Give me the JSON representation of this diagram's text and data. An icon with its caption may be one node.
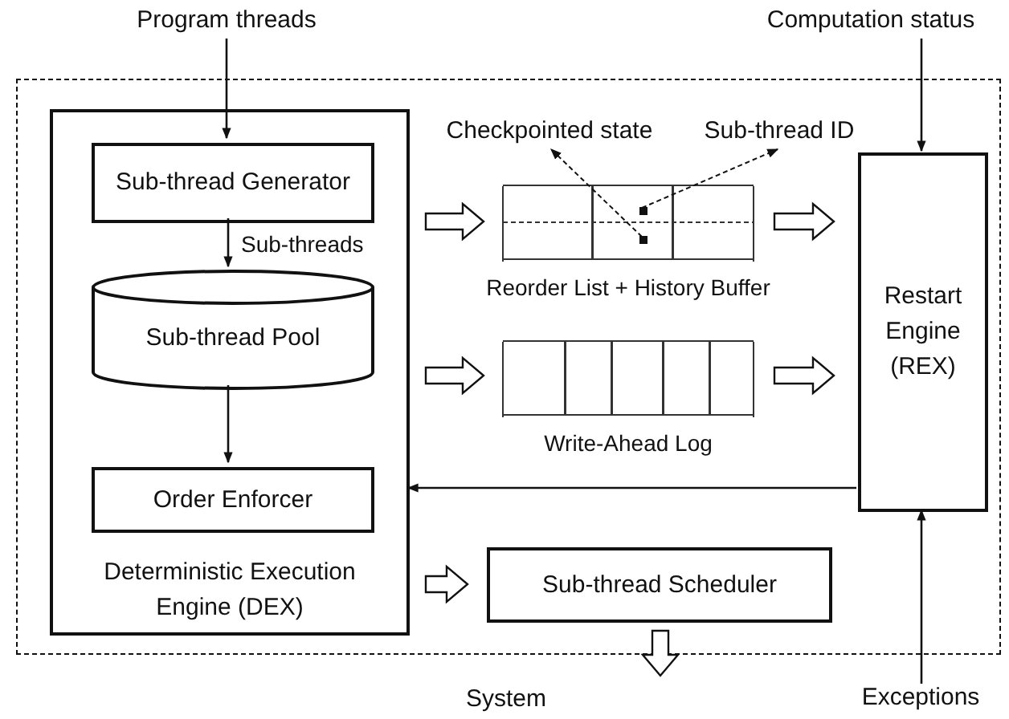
{
  "diagram": {
    "nodes": [
      {
        "text": [
          "Program threads"
        ]
      },
      {
        "text": [
          "Computation status"
        ]
      },
      {
        "text": [],
        "shape": "box"
      },
      {
        "text": [
          "Deterministic Execution Engine (DEX)"
        ],
        "in": 2
      },
      {
        "text": [
          "Sub-thread Generator"
        ],
        "in": 3
      },
      {
        "text": [
          "Sub-thread Pool"
        ],
        "in": 3
      },
      {
        "text": [
          "Order Enforcer"
        ],
        "in": 3
      },
      {
        "text": [
          "Checkpointed state"
        ],
        "in": 2
      },
      {
        "text": [
          "Sub-thread ID"
        ],
        "in": 2
      },
      {
        "text": [
          "Reorder List + History Buffer"
        ],
        "in": 2
      },
      {
        "text": [],
        "shape": "circle",
        "in": 9
      },
      {
        "text": [],
        "shape": "circle",
        "in": 9
      },
      {
        "text": [
          "Restart Engine (REX)"
        ],
        "in": 2
      },
      {
        "text": [
          "Write-Ahead Log"
        ],
        "in": 2
      },
      {
        "text": [
          "Sub-thread Scheduler"
        ],
        "in": 2
      },
      {
        "text": [
          "Exceptions"
        ]
      }
    ],
    "edges": [
      {
        "from": 0,
        "to": 4,
        "arrow": "to"
      },
      {
        "from": 1,
        "to": 12,
        "arrow": "to"
      },
      {
        "from": 4,
        "to": 5,
        "arrow": "to",
        "label": "Sub-threads"
      },
      {
        "from": 5,
        "to": 6,
        "arrow": "to"
      },
      {
        "from": 3,
        "to": 9,
        "arrow": "to",
        "style": "thick"
      },
      {
        "from": 9,
        "to": 12,
        "arrow": "to",
        "style": "thick"
      },
      {
        "from": 3,
        "to": 13,
        "arrow": "to",
        "style": "thick"
      },
      {
        "from": 13,
        "to": 12,
        "arrow": "to",
        "style": "thick"
      },
      {
        "from": 12,
        "to": 3,
        "arrow": "to"
      },
      {
        "from": 3,
        "to": 14,
        "arrow": "to",
        "style": "thick"
      },
      {
        "from": 14,
        "to": null,
        "arrow": "to",
        "style": "thick"
      },
      {
        "from": 15,
        "to": 12,
        "arrow": "to"
      },
      {
        "from": 11,
        "to": 7,
        "arrow": "to",
        "style": "dashed"
      },
      {
        "from": 10,
        "to": 8,
        "arrow": "to",
        "style": "dashed"
      }
    ],
    "labels": [
      "System"
    ]
  }
}
